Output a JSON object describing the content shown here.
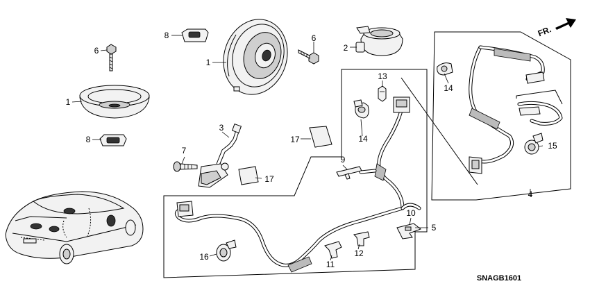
{
  "diagram": {
    "diagram_code": "SNAGB1601",
    "direction_label": "FR.",
    "callouts": {
      "c1a": "1",
      "c1b": "1",
      "c2": "2",
      "c3": "3",
      "c4": "4",
      "c5": "5",
      "c6a": "6",
      "c6b": "6",
      "c7": "7",
      "c8a": "8",
      "c8b": "8",
      "c9": "9",
      "c10": "10",
      "c11": "11",
      "c12": "12",
      "c13": "13",
      "c14a": "14",
      "c14b": "14",
      "c15": "15",
      "c16": "16",
      "c17a": "17",
      "c17b": "17"
    }
  }
}
